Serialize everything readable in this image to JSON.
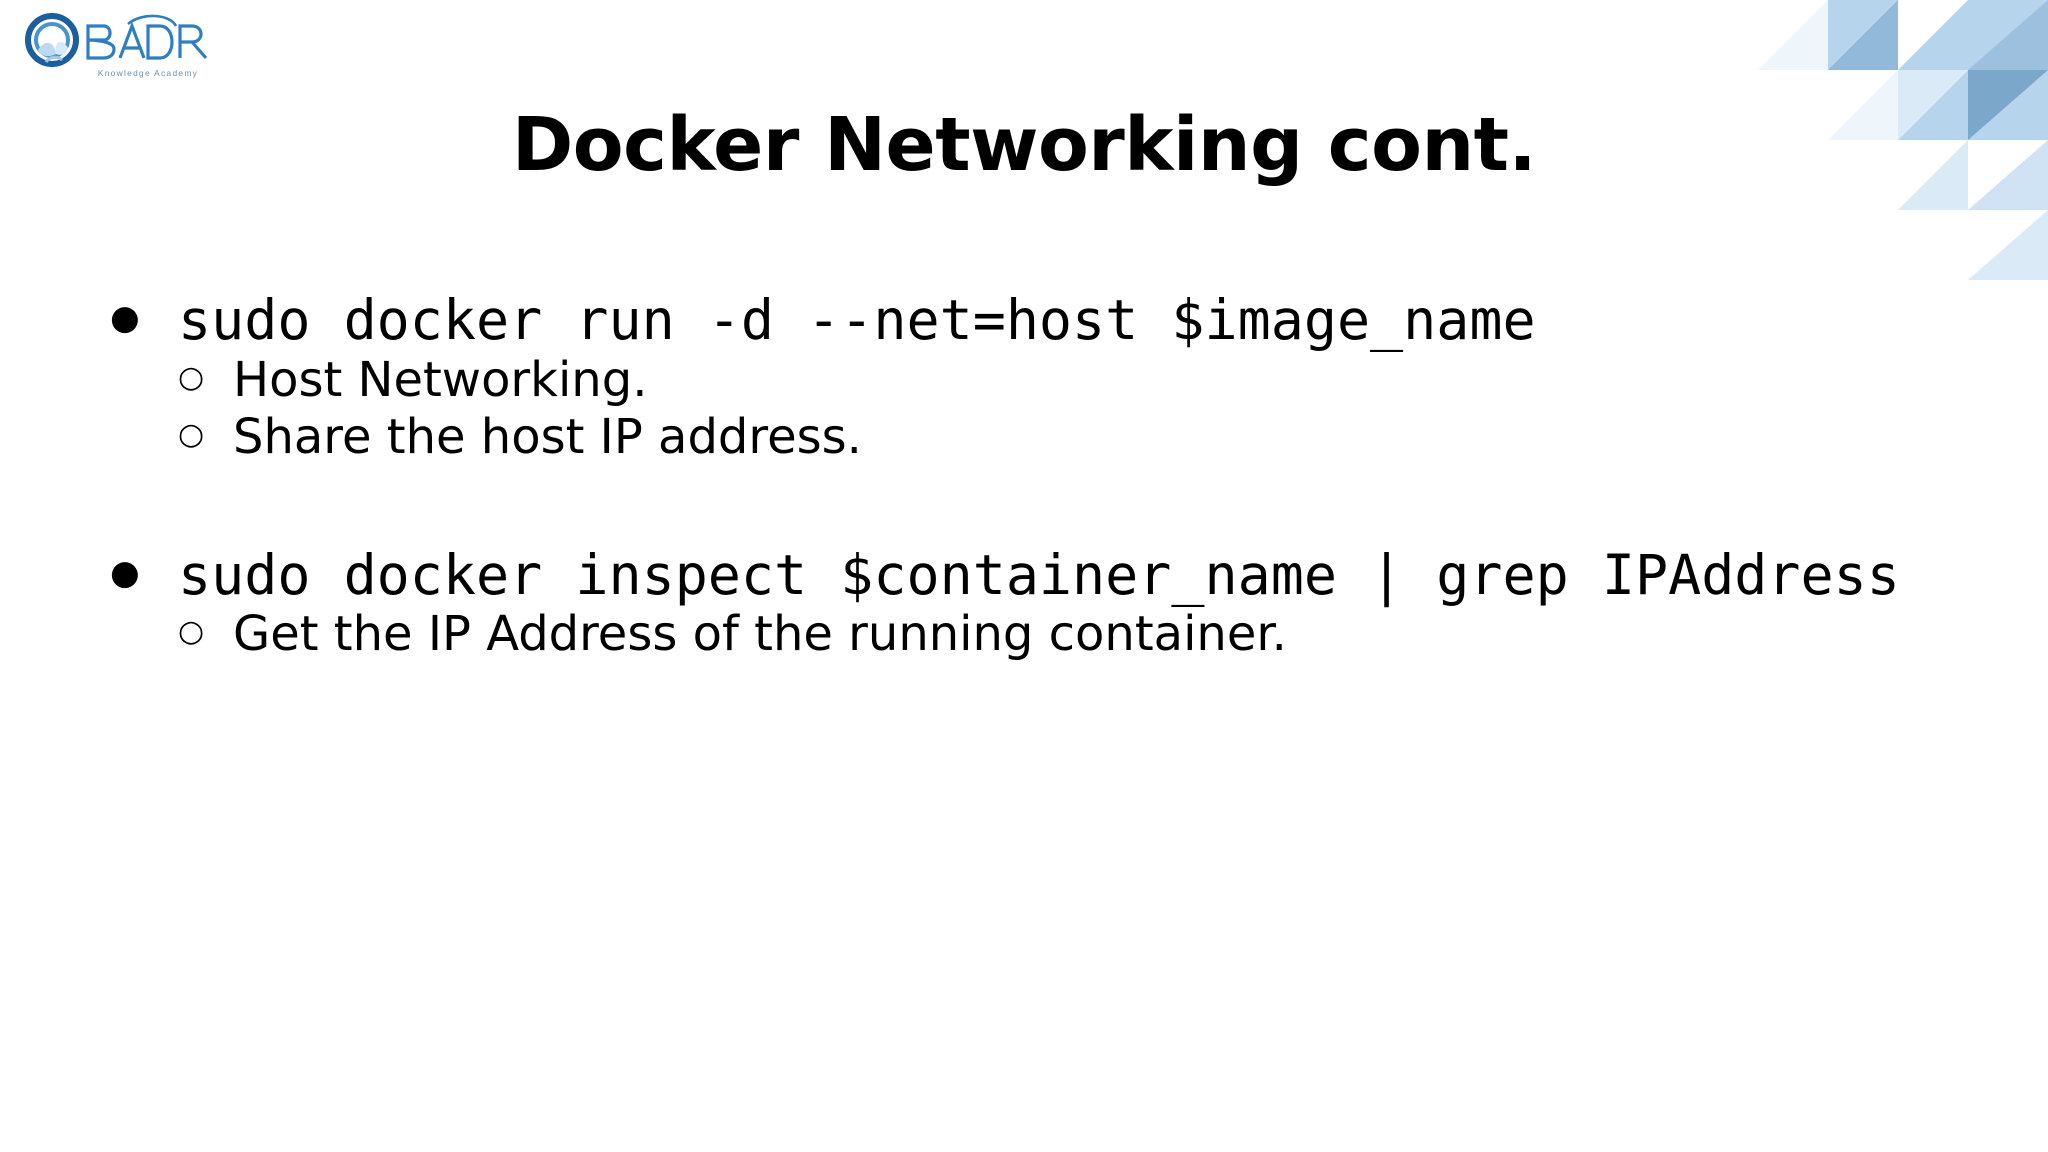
{
  "brand": {
    "name": "BADR",
    "tagline": "Knowledge Academy",
    "logo_icon": "badr-circular-leaf-logo",
    "primary_color": "#2e7fc1",
    "dark_color": "#1b5f9e"
  },
  "decor": {
    "name": "triangle-mosaic",
    "colors": [
      "#eef5fb",
      "#dbeaf7",
      "#b6d4ec",
      "#92b9d9",
      "#7ba7cb",
      "#f7fbfe"
    ]
  },
  "slide": {
    "title": "Docker Networking cont.",
    "background_color": "#ffffff",
    "text_color": "#000000"
  },
  "markers": {
    "level1": "●",
    "level2": "○"
  },
  "content": {
    "blocks": [
      {
        "command": "sudo docker run -d --net=host $image_name",
        "notes": [
          "Host Networking.",
          "Share the host IP address."
        ]
      },
      {
        "command": "sudo docker inspect $container_name | grep IPAddress",
        "notes": [
          "Get the IP Address of the running container."
        ]
      }
    ]
  }
}
